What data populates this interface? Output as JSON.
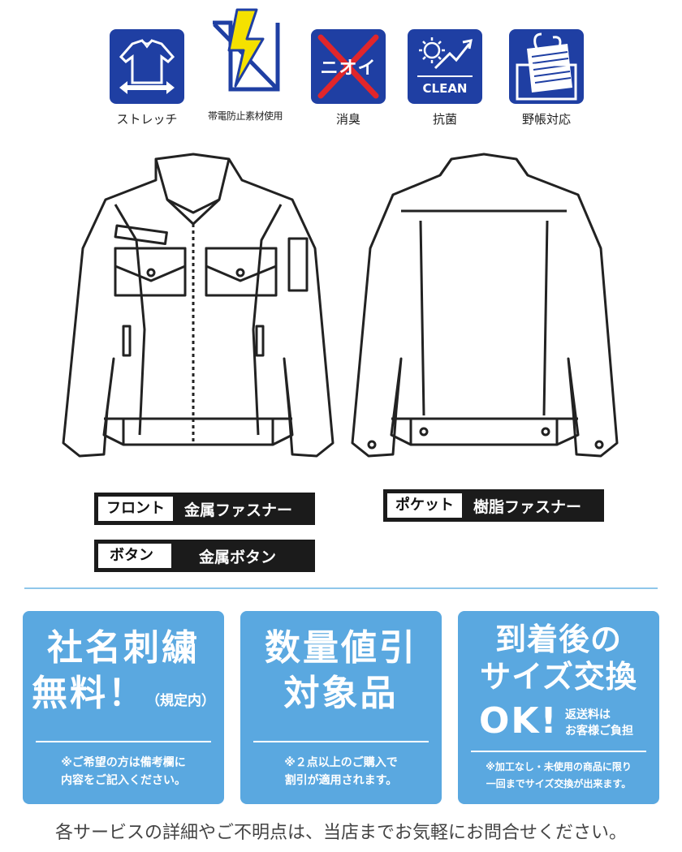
{
  "features": [
    {
      "icon": "stretch-icon",
      "label": "ストレッチ"
    },
    {
      "icon": "antistatic-icon",
      "label": "帯電防止素材使用"
    },
    {
      "icon": "deodorant-icon",
      "label": "消臭",
      "icon_text": "ニオイ"
    },
    {
      "icon": "antibacterial-icon",
      "label": "抗菌",
      "icon_text": "CLEAN"
    },
    {
      "icon": "notebook-pocket-icon",
      "label": "野帳対応"
    }
  ],
  "specs": {
    "front": {
      "key": "フロント",
      "value": "金属ファスナー"
    },
    "pocket": {
      "key": "ポケット",
      "value": "樹脂ファスナー"
    },
    "button": {
      "key": "ボタン",
      "value": "金属ボタン"
    }
  },
  "services": [
    {
      "title_line1": "社名刺繍",
      "title_line2": "無料！",
      "title_suffix": "（規定内）",
      "note_line1": "※ご希望の方は備考欄に",
      "note_line2": "内容をご記入ください。"
    },
    {
      "title_line1": "数量値引",
      "title_line2": "対象品",
      "note_line1": "※２点以上のご購入で",
      "note_line2": "割引が適用されます。"
    },
    {
      "title_line1": "到着後の",
      "title_line2": "サイズ交換",
      "title_line3": "OK!",
      "side_line1": "返送料は",
      "side_line2": "お客様ご負担",
      "note_line1": "※加工なし・未使用の商品に限り",
      "note_line2": "一回までサイズ交換が出来ます。"
    }
  ],
  "footer": "各サービスの詳細やご不明点は、当店までお気軽にお問合せください。",
  "colors": {
    "icon_blue": "#1f3fa3",
    "card_blue": "#5aa8e0",
    "bolt_yellow": "#f5e100",
    "cross_red": "#e0262b"
  }
}
